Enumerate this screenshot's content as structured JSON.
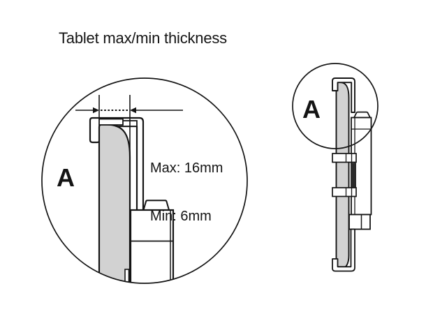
{
  "title": "Tablet max/min thickness",
  "diagram": {
    "detail_view": {
      "label": "A",
      "max_label": "Max: 16mm",
      "min_label": "Min: 6mm"
    },
    "side_view": {
      "label": "A"
    }
  },
  "colors": {
    "line": "#141414",
    "tablet_fill": "#d2d2d2",
    "background": "#ffffff"
  }
}
